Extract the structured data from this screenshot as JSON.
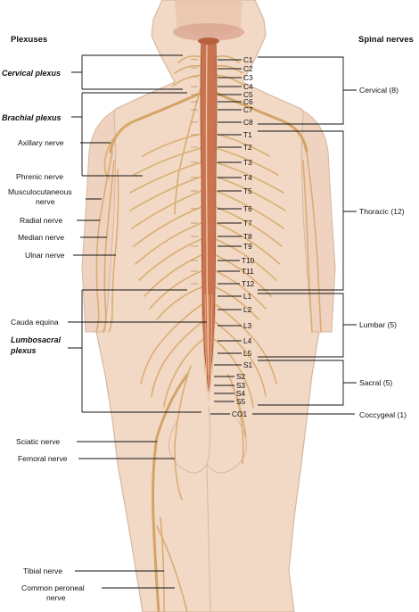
{
  "headers": {
    "left": "Plexuses",
    "right": "Spinal nerves"
  },
  "plexuses": {
    "cervical": "Cervical plexus",
    "brachial": "Brachial plexus",
    "lumbosacral_line1": "Lumbosacral",
    "lumbosacral_line2": "plexus"
  },
  "nerves": {
    "axillary": "Axillary nerve",
    "phrenic": "Phrenic nerve",
    "musculocutaneous_line1": "Musculocutaneous",
    "musculocutaneous_line2": "nerve",
    "radial": "Radial nerve",
    "median": "Median nerve",
    "ulnar": "Ulnar nerve",
    "cauda_equina": "Cauda equina",
    "sciatic": "Sciatic nerve",
    "femoral": "Femoral nerve",
    "tibial": "Tibial nerve",
    "common_peroneal_line1": "Common peroneal",
    "common_peroneal_line2": "nerve"
  },
  "segments": {
    "c1": "C1",
    "c2": "C2",
    "c3": "C3",
    "c4": "C4",
    "c5": "C5",
    "c6": "C6",
    "c7": "C7",
    "c8": "C8",
    "t1": "T1",
    "t2": "T2",
    "t3": "T3",
    "t4": "T4",
    "t5": "T5",
    "t6": "T6",
    "t7": "T7",
    "t8": "T8",
    "t9": "T9",
    "t10": "T10",
    "t11": "T11",
    "t12": "T12",
    "l1": "L1",
    "l2": "L2",
    "l3": "L3",
    "l4": "L4",
    "l5": "L5",
    "s1": "S1",
    "s2": "S2",
    "s3": "S3",
    "s4": "S4",
    "s5": "S5",
    "co1": "CO1"
  },
  "groups": {
    "cervical": "Cervical (8)",
    "thoracic": "Thoracic (12)",
    "lumbar": "Lumbar (5)",
    "sacral": "Sacral (5)",
    "coccygeal": "Coccygeal (1)"
  },
  "colors": {
    "skin": "#f2d9c6",
    "skin_outline": "#d5b7a0",
    "cord": "#c9744f",
    "nerve": "#d9ae72"
  }
}
